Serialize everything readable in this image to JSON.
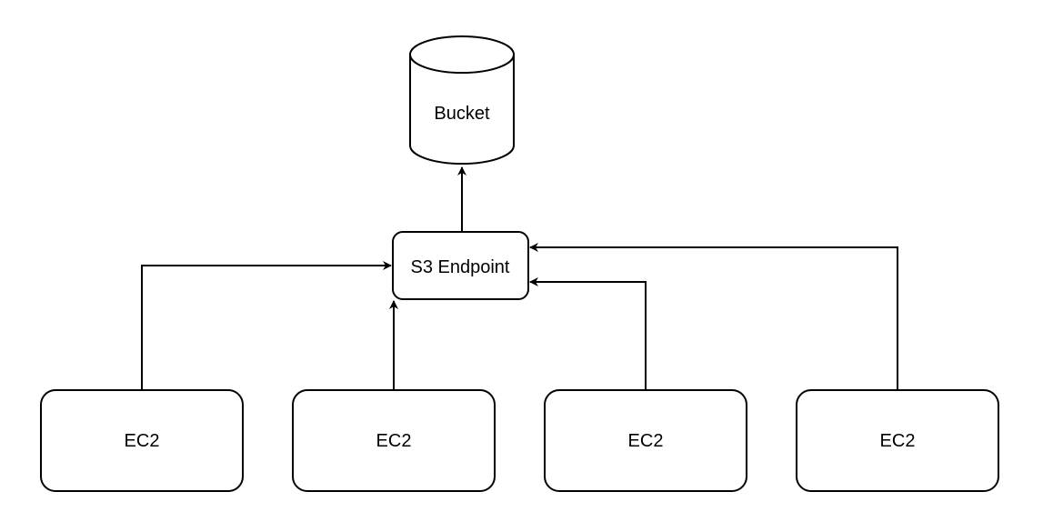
{
  "diagram": {
    "nodes": {
      "bucket": {
        "label": "Bucket",
        "shape": "cylinder"
      },
      "endpoint": {
        "label": "S3 Endpoint",
        "shape": "rounded-rect"
      },
      "ec2_1": {
        "label": "EC2",
        "shape": "rounded-rect"
      },
      "ec2_2": {
        "label": "EC2",
        "shape": "rounded-rect"
      },
      "ec2_3": {
        "label": "EC2",
        "shape": "rounded-rect"
      },
      "ec2_4": {
        "label": "EC2",
        "shape": "rounded-rect"
      }
    },
    "edges": [
      {
        "from": "endpoint",
        "to": "bucket"
      },
      {
        "from": "ec2_1",
        "to": "endpoint"
      },
      {
        "from": "ec2_2",
        "to": "endpoint"
      },
      {
        "from": "ec2_3",
        "to": "endpoint"
      },
      {
        "from": "ec2_4",
        "to": "endpoint"
      }
    ],
    "colors": {
      "stroke": "#000000",
      "fill": "#ffffff",
      "background": "#ffffff"
    }
  }
}
